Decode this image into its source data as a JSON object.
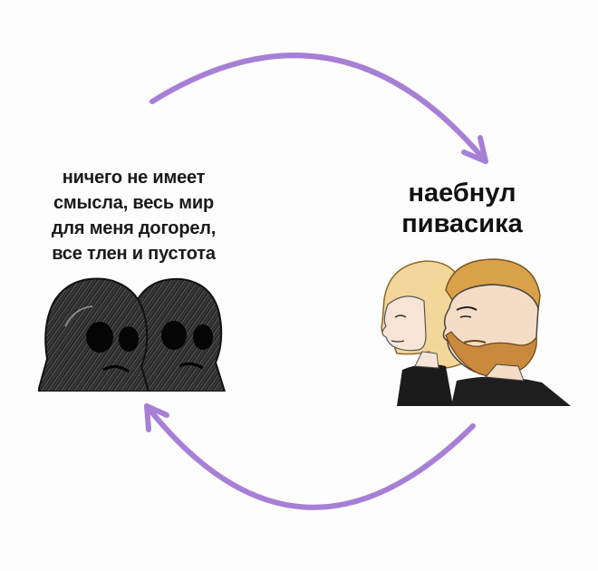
{
  "meme": {
    "left_caption_lines": [
      "ничего не имеет",
      "смысла, весь мир",
      "для меня догорел,",
      "все тлен и пустота"
    ],
    "right_caption_lines": [
      "наебнул",
      "пивасика"
    ]
  },
  "colors": {
    "arrow": "#a77fd6",
    "background": "#fdfdfd"
  },
  "icons": {
    "top_arrow": "curved-arrow-right-icon",
    "bottom_arrow": "curved-arrow-left-icon",
    "left_figure": "crying-wojak-pair",
    "right_figure": "nordic-gamer-and-yes-chad"
  }
}
